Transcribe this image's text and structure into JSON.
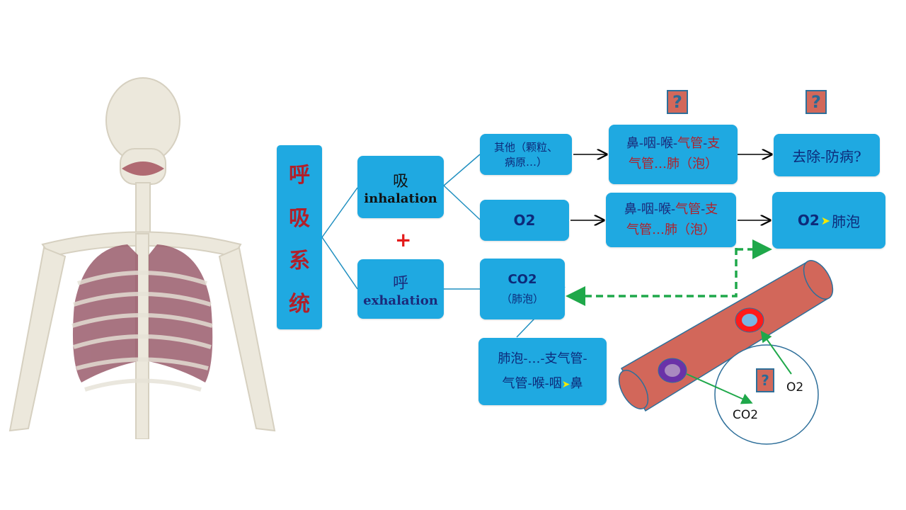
{
  "title": {
    "chars": [
      "呼",
      "吸",
      "系",
      "统"
    ]
  },
  "inhalation": {
    "zh": "吸",
    "en": "inhalation"
  },
  "exhalation": {
    "zh": "呼",
    "en": "exhalation"
  },
  "plus": "+",
  "other": {
    "line1": "其他（颗粒、",
    "line2": "病原…）"
  },
  "o2": "O2",
  "path1": {
    "blue1": "鼻-咽-喉-",
    "red1": "气管",
    "blue2": "-",
    "red2": "支",
    "line2": "气管…肺（泡）"
  },
  "path2": {
    "blue1": "鼻-咽-喉-",
    "red1": "气管",
    "blue2": "-",
    "red2": "支",
    "line2": "气管…肺（泡）"
  },
  "remove": "去除-防病?",
  "o2_alveoli": {
    "o2": "O2",
    "arrow": "➤",
    "target": "肺泡"
  },
  "co2_box": {
    "line1": "CO2",
    "line2": "（肺泡）"
  },
  "exhale_path": {
    "line1": "肺泡-…-支气管-",
    "line2a": "气管-喉-咽",
    "arrow": "➤",
    "line2b": "鼻"
  },
  "question_mark": "?",
  "diagram": {
    "o2_label": "O2",
    "co2_label": "CO2"
  },
  "colors": {
    "box": "#1fa9e1",
    "vessel": "#d2675a",
    "dash_arrow": "#1fa84a",
    "title_red": "#b0202a"
  }
}
